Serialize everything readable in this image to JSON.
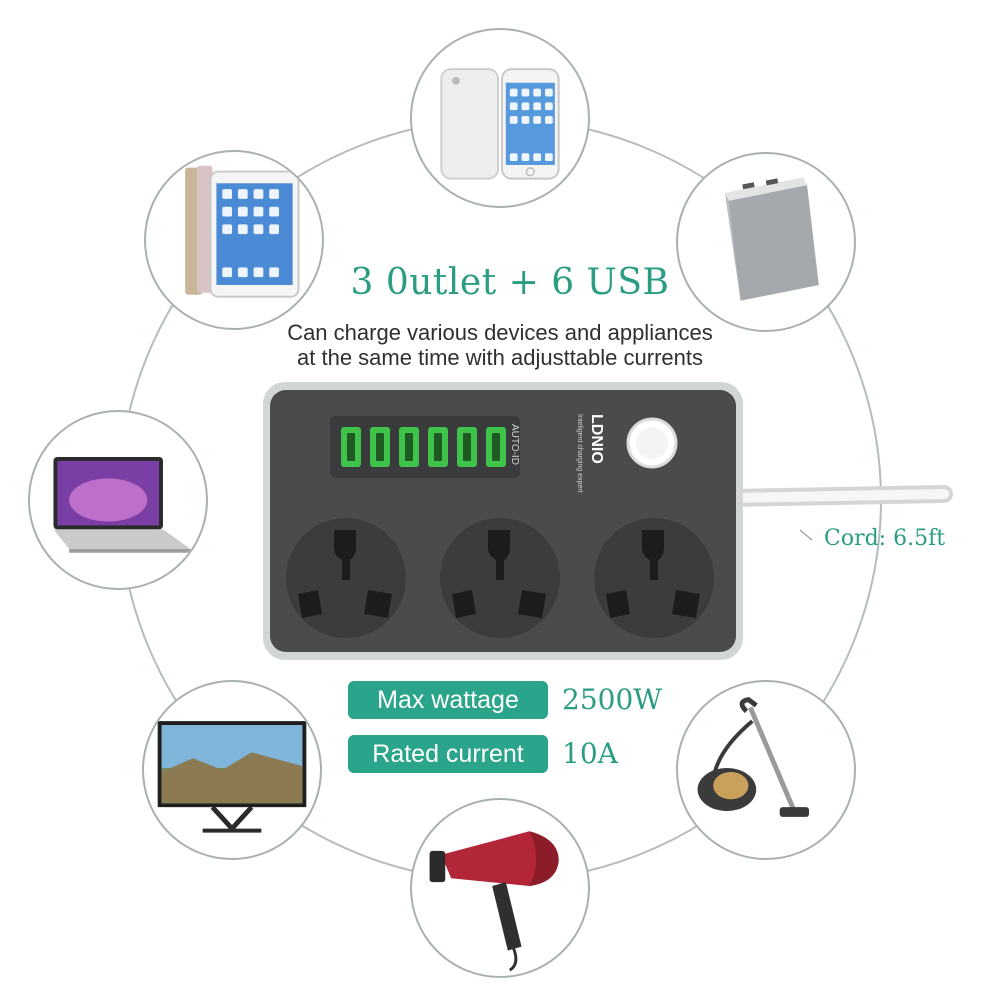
{
  "headline": "3 0utlet + 6 USB",
  "subtitle_line1": "Can charge various devices and appliances",
  "subtitle_line2": "at the same time with adjusttable currents",
  "brand": {
    "name": "LDNIO",
    "tagline": "Inteligent charging expert",
    "usb_label": "AUTO-ID"
  },
  "specs": [
    {
      "label": "Max wattage",
      "value": "2500W"
    },
    {
      "label": "Rated current",
      "value": "10A"
    }
  ],
  "cord_label": "Cord: 6.5ft",
  "colors": {
    "accent": "#2aa48a",
    "accent_text": "#2a9d82",
    "strip_body": "#4a4b4d",
    "strip_frame": "#c9cccd",
    "usb_green": "#3fc34a"
  },
  "devices": [
    {
      "name": "phone-icon"
    },
    {
      "name": "power-bank-icon"
    },
    {
      "name": "vacuum-icon"
    },
    {
      "name": "hair-dryer-icon"
    },
    {
      "name": "monitor-icon"
    },
    {
      "name": "laptop-icon"
    },
    {
      "name": "tablet-icon"
    }
  ]
}
